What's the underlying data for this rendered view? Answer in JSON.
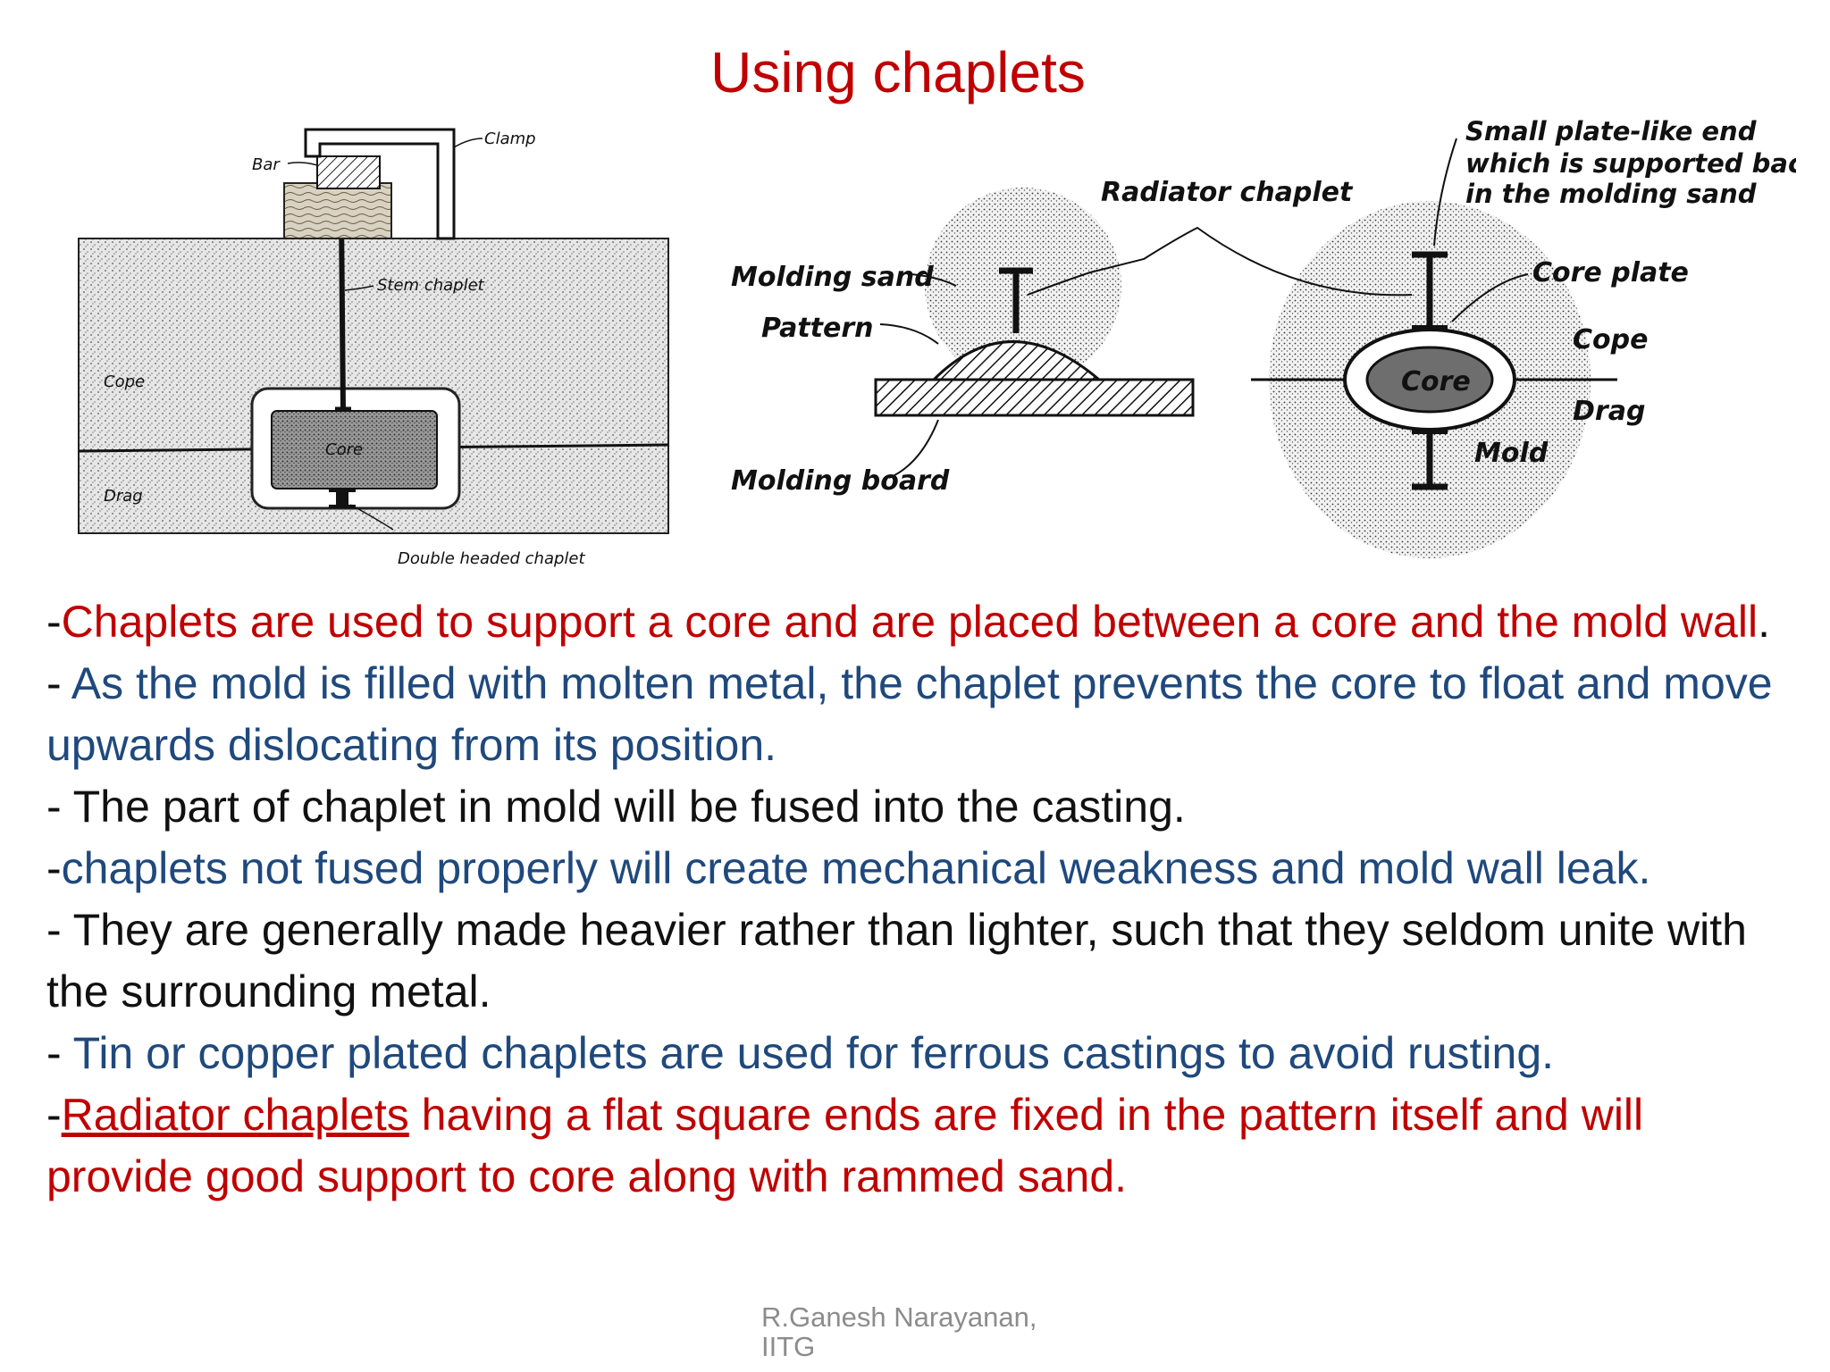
{
  "slide": {
    "title": "Using chaplets",
    "footer": {
      "line1": "R.Ganesh Narayanan,",
      "line2": "IITG"
    }
  },
  "figure_left": {
    "labels": {
      "clamp": "Clamp",
      "bar": "Bar",
      "stem_chaplet": "Stem chaplet",
      "cope": "Cope",
      "core": "Core",
      "drag": "Drag",
      "double_headed_chaplet": "Double headed chaplet"
    }
  },
  "figure_right": {
    "labels": {
      "radiator_chaplet": "Radiator chaplet",
      "small_plate_1": "Small plate-like end",
      "small_plate_2": "which is supported back",
      "small_plate_3": "in the molding sand",
      "molding_sand": "Molding sand",
      "pattern": "Pattern",
      "molding_board": "Molding board",
      "core_plate": "Core plate",
      "cope": "Cope",
      "drag": "Drag",
      "core": "Core",
      "mold": "Mold"
    }
  },
  "bullets": {
    "b1_prefix": "-",
    "b1_text": "Chaplets are used to support a core and are placed between a core and the mold wall",
    "b1_end": ".",
    "b2_prefix": "- ",
    "b2_text": "As the mold is filled with molten metal, the chaplet prevents the core to float and move upwards dislocating from its position.",
    "b3_text": "- The part of chaplet in mold will be fused into the casting.",
    "b4_prefix": "-",
    "b4_text": "chaplets not fused properly will create mechanical weakness and mold wall leak.",
    "b5_text": "- They are generally made heavier rather than lighter, such that they seldom unite with the surrounding metal.",
    "b6_prefix": "- ",
    "b6_text": "Tin or copper plated chaplets are used for ferrous castings to avoid rusting.",
    "b7_prefix": "-",
    "b7_link": "Radiator chaplets",
    "b7_text": " having a flat square ends are fixed in the pattern itself and will provide good support to core along with rammed sand."
  }
}
